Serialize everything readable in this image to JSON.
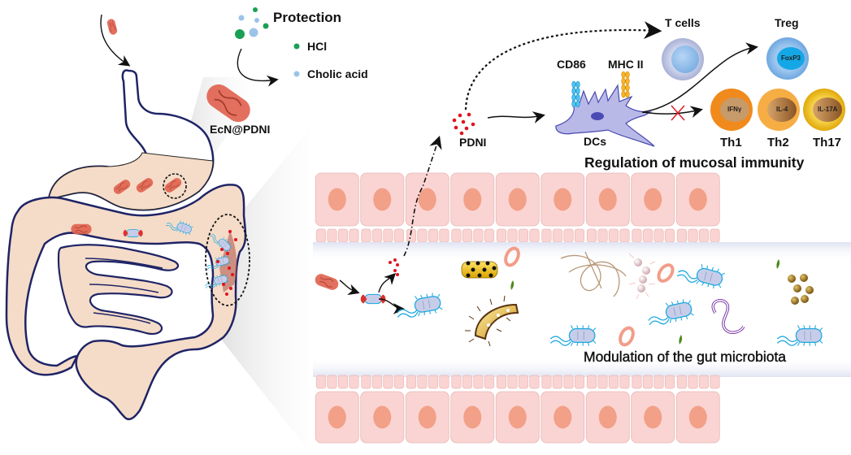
{
  "diagram": {
    "title_labels": {
      "protection": "Protection",
      "hcl": "HCl",
      "cholic_acid": "Cholic acid",
      "probiotic": "EcN@PDNI",
      "pdni": "PDNI",
      "dcs": "DCs",
      "cd86": "CD86",
      "mhc2": "MHC II",
      "t_cells": "T cells",
      "treg": "Treg",
      "foxp3": "FoxP3",
      "th1": "Th1",
      "th2": "Th2",
      "th17": "Th17",
      "ifng": "IFNγ",
      "il4": "IL-4",
      "il17a": "IL-17A",
      "regulation": "Regulation of mucosal immunity",
      "modulation": "Modulation of the gut microbiota"
    },
    "colors": {
      "gut_fill": "#f5dcc8",
      "gut_outline": "#1f2466",
      "probiotic": "#e0604c",
      "hcl_dot": "#1aa055",
      "cholic_dot": "#9cc3ea",
      "epithelium": "#fad4d2",
      "nucleus": "#f2a088",
      "dc_cell": "#b9b9e8",
      "treg": "#3fa7e6",
      "th1": "#f08a1c",
      "th2": "#f6ad44",
      "th17": "#f0c419",
      "pdni_dot": "#e0141e",
      "block_x": "#e0141e"
    },
    "epithelial_cells_per_row": 9
  }
}
